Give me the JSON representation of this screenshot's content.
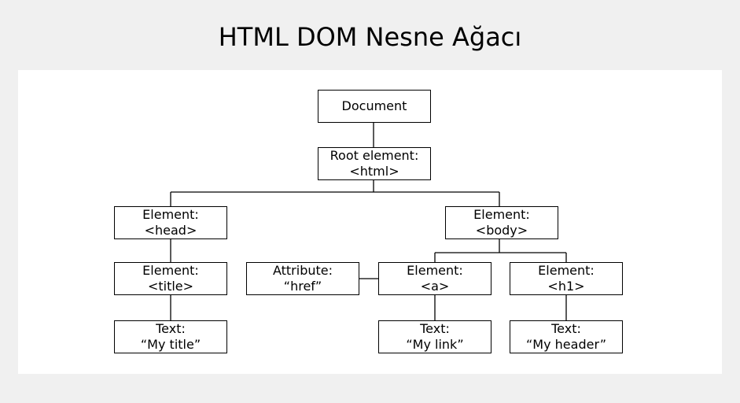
{
  "title": "HTML DOM Nesne Ağacı",
  "colors": {
    "page_background": "#f0f0f0",
    "panel_background": "#ffffff",
    "stroke": "#000000"
  },
  "nodes": {
    "document": {
      "line1": "Document"
    },
    "html": {
      "line1": "Root element:",
      "line2": "<html>"
    },
    "head": {
      "line1": "Element:",
      "line2": "<head>"
    },
    "body": {
      "line1": "Element:",
      "line2": "<body>"
    },
    "title": {
      "line1": "Element:",
      "line2": "<title>"
    },
    "attribute": {
      "line1": "Attribute:",
      "line2": "“href”"
    },
    "a": {
      "line1": "Element:",
      "line2": "<a>"
    },
    "h1": {
      "line1": "Element:",
      "line2": "<h1>"
    },
    "text_title": {
      "line1": "Text:",
      "line2": "“My title”"
    },
    "text_link": {
      "line1": "Text:",
      "line2": "“My link”"
    },
    "text_header": {
      "line1": "Text:",
      "line2": "“My header”"
    }
  }
}
